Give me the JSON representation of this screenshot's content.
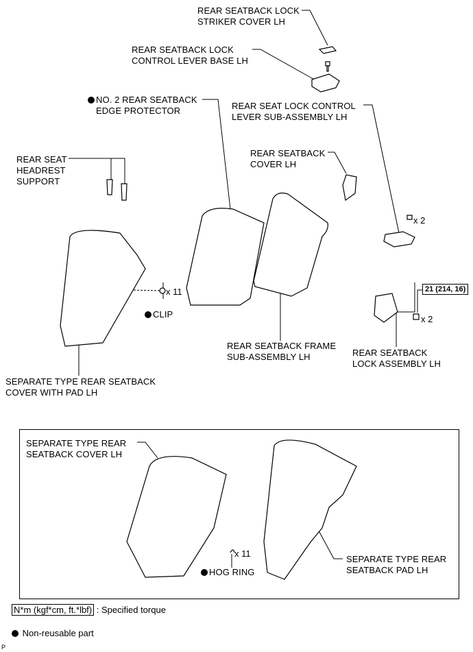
{
  "labels": {
    "striker_cover": [
      "REAR SEATBACK LOCK",
      "STRIKER COVER LH"
    ],
    "control_lever_base": [
      "REAR SEATBACK LOCK",
      "CONTROL LEVER BASE LH"
    ],
    "edge_protector": [
      "NO. 2 REAR SEATBACK",
      "EDGE PROTECTOR"
    ],
    "lock_control_lever": [
      "REAR SEAT LOCK CONTROL",
      "LEVER SUB-ASSEMBLY LH"
    ],
    "seatback_cover": [
      "REAR SEATBACK",
      "COVER LH"
    ],
    "headrest_support": [
      "REAR SEAT",
      "HEADREST",
      "SUPPORT"
    ],
    "clip": "CLIP",
    "frame": [
      "REAR SEATBACK FRAME",
      "SUB-ASSEMBLY LH"
    ],
    "lock_assembly": [
      "REAR SEATBACK",
      "LOCK ASSEMBLY LH"
    ],
    "cover_with_pad": [
      "SEPARATE TYPE REAR SEATBACK",
      "COVER WITH PAD LH"
    ],
    "separate_cover": [
      "SEPARATE TYPE REAR",
      "SEATBACK COVER LH"
    ],
    "separate_pad": [
      "SEPARATE TYPE REAR",
      "SEATBACK PAD LH"
    ],
    "hog_ring": "HOG RING"
  },
  "quantities": {
    "clip": "x 11",
    "lever_bolt": "x 2",
    "lock_bolt": "x 2",
    "hog_ring": "x 11"
  },
  "torque_value": "21 (214, 16)",
  "legend": {
    "torque_unit": "N*m (kgf*cm, ft.*lbf)",
    "torque_desc": ": Specified torque",
    "non_reusable": "Non-reusable part"
  },
  "corner_mark": "P"
}
